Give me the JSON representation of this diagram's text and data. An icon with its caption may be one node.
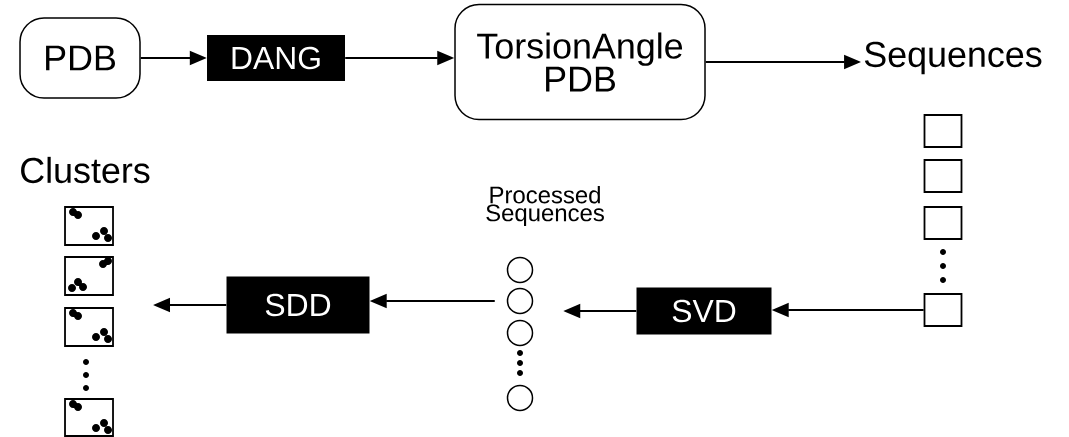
{
  "diagram": {
    "nodes": [
      {
        "text": [
          "PDB"
        ]
      },
      {
        "text": [
          "DANG"
        ]
      },
      {
        "text": [
          "TorsionAngle PDB"
        ]
      },
      {
        "text": [
          "Sequences"
        ]
      },
      {
        "text": [],
        "shape": "box"
      },
      {
        "text": [],
        "shape": "box"
      },
      {
        "text": [],
        "shape": "box"
      },
      {
        "text": [],
        "shape": "box"
      },
      {
        "text": [],
        "shape": "circle"
      },
      {
        "text": [],
        "shape": "circle"
      },
      {
        "text": [],
        "shape": "circle"
      },
      {
        "text": [],
        "shape": "circle"
      },
      {
        "text": [
          "SVD"
        ]
      },
      {
        "text": [
          "SDD"
        ]
      }
    ],
    "edges": [
      {
        "from": 0,
        "to": 1,
        "arrow": "to"
      },
      {
        "from": 1,
        "to": 2,
        "arrow": "to"
      },
      {
        "from": 2,
        "to": 3,
        "arrow": "to"
      },
      {
        "from": 7,
        "to": 12,
        "arrow": "to"
      },
      {
        "from": 12,
        "to": 9,
        "arrow": "to"
      },
      {
        "from": 9,
        "to": 13,
        "arrow": "to"
      },
      {
        "from": 13,
        "to": null,
        "arrow": "to"
      }
    ],
    "labels": [
      "Clusters",
      "Processed Sequences"
    ]
  }
}
